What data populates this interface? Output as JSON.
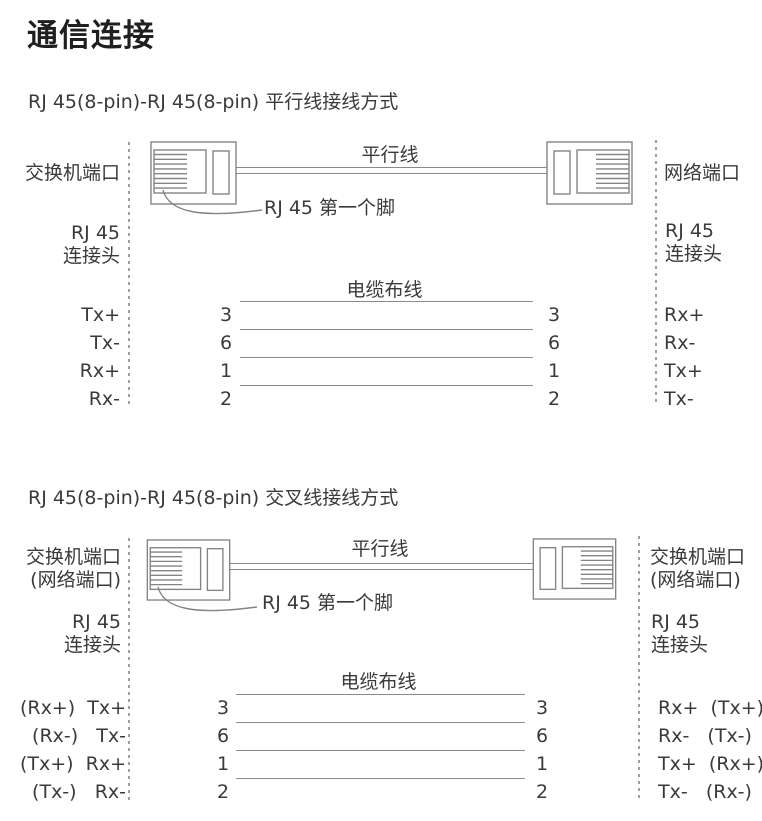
{
  "title": "通信连接",
  "colors": {
    "text": "#3a3a3a",
    "line_gray": "#8a8a8a",
    "dash_gray": "#9e9e9e"
  },
  "sections": [
    {
      "subtitle": "RJ 45(8-pin)-RJ 45(8-pin) 平行线接线方式",
      "left_port": "交换机端口",
      "right_port": "网络端口",
      "connector_line1": "RJ 45",
      "connector_line2": "连接头",
      "cable_label": "平行线",
      "first_pin_label": "RJ 45 第一个脚",
      "wiring_title": "电缆布线",
      "rows": [
        {
          "l_sig": "Tx+",
          "l_pin": "3",
          "r_pin": "3",
          "r_sig": "Rx+"
        },
        {
          "l_sig": "Tx-",
          "l_pin": "6",
          "r_pin": "6",
          "r_sig": "Rx-"
        },
        {
          "l_sig": "Rx+",
          "l_pin": "1",
          "r_pin": "1",
          "r_sig": "Tx+"
        },
        {
          "l_sig": "Rx-",
          "l_pin": "2",
          "r_pin": "2",
          "r_sig": "Tx-"
        }
      ]
    },
    {
      "subtitle": "RJ 45(8-pin)-RJ 45(8-pin) 交叉线接线方式",
      "left_port": "交换机端口",
      "left_port_sub": "(网络端口)",
      "right_port": "交换机端口",
      "right_port_sub": "(网络端口)",
      "connector_line1": "RJ 45",
      "connector_line2": "连接头",
      "cable_label": "平行线",
      "first_pin_label": "RJ 45 第一个脚",
      "wiring_title": "电缆布线",
      "rows": [
        {
          "l_sig": "(Rx+)  Tx+",
          "l_pin": "3",
          "r_pin": "3",
          "r_sig": "Rx+  (Tx+)"
        },
        {
          "l_sig": "(Rx-)   Tx-",
          "l_pin": "6",
          "r_pin": "6",
          "r_sig": "Rx-   (Tx-)"
        },
        {
          "l_sig": "(Tx+)  Rx+",
          "l_pin": "1",
          "r_pin": "1",
          "r_sig": "Tx+  (Rx+)"
        },
        {
          "l_sig": "(Tx-)   Rx-",
          "l_pin": "2",
          "r_pin": "2",
          "r_sig": "Tx-   (Rx-)"
        }
      ]
    }
  ]
}
